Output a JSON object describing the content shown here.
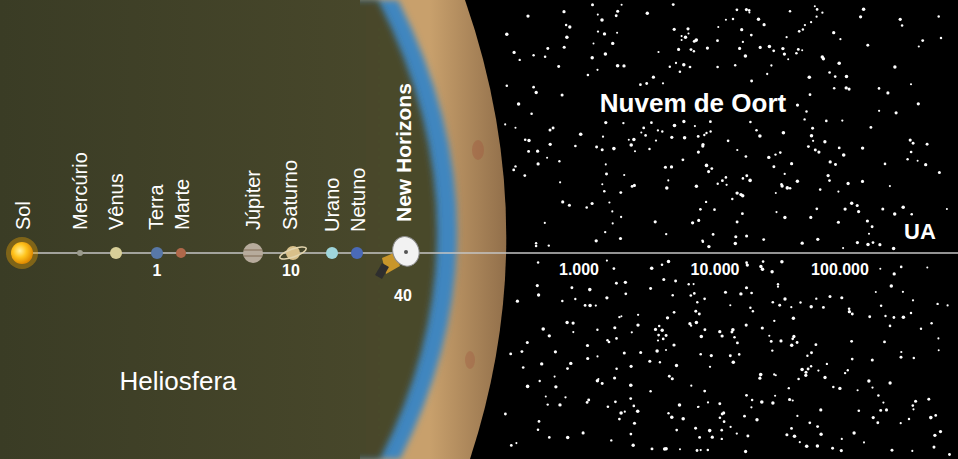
{
  "diagram": {
    "labels": [
      "Nuvem de Oort",
      "Sol",
      "Mercúrio",
      "Vênus",
      "Terra",
      "Marte",
      "Júpiter",
      "Saturno",
      "Urano",
      "Netuno",
      "New Horizons",
      "UA",
      "1",
      "10",
      "40",
      "1.000",
      "10.000",
      "100.000",
      "Heliosfera"
    ]
  }
}
